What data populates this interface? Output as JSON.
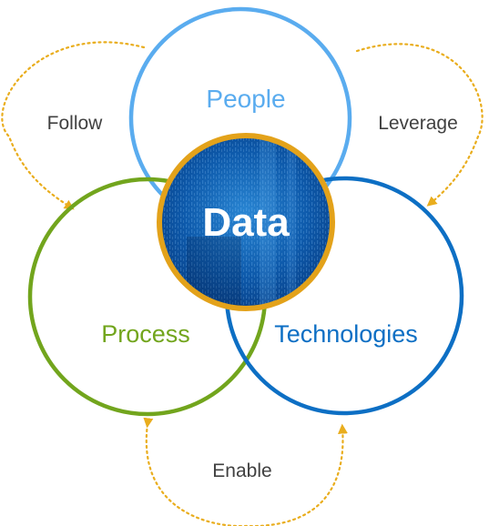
{
  "center": {
    "label": "Data"
  },
  "circles": {
    "people": {
      "label": "People"
    },
    "process": {
      "label": "Process"
    },
    "technologies": {
      "label": "Technologies"
    }
  },
  "relations": {
    "follow": "Follow",
    "leverage": "Leverage",
    "enable": "Enable"
  },
  "colors": {
    "people": "#5aacef",
    "process": "#72a51d",
    "technologies": "#0d6fc4",
    "data_fill": "#0b4f9e",
    "data_ring": "#e3a21a",
    "arrows": "#e9ad1d",
    "relation_text": "#404040"
  }
}
